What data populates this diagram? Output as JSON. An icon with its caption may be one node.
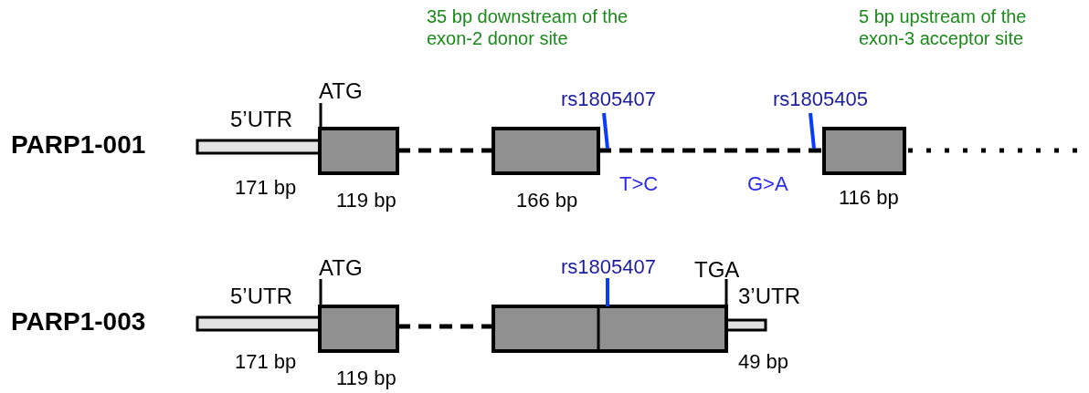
{
  "diagram": {
    "labels": [
      "35 bp downstream of the exon-2 donor site",
      "5 bp upstream of the exon-3 acceptor site",
      "ATG",
      "rs1805407",
      "rs1805405",
      "5’UTR",
      "PARP1-001",
      "T>C",
      "G>A",
      "171 bp",
      "119 bp",
      "166 bp",
      "116 bp",
      "ATG",
      "rs1805407",
      "TGA",
      "5’UTR",
      "3’UTR",
      "PARP1-003",
      "171 bp",
      "49 bp",
      "119 bp"
    ]
  }
}
